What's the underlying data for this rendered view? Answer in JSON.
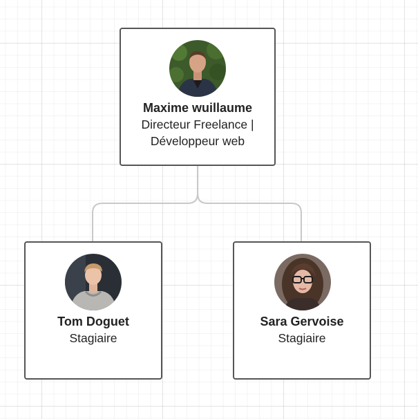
{
  "org_chart": {
    "root": {
      "name": "Maxime wuillaume",
      "role_line1": "Directeur Freelance |",
      "role_line2": "Développeur web",
      "avatar": "person-photo-man-dark-jacket"
    },
    "children": [
      {
        "name": "Tom Doguet",
        "role": "Stagiaire",
        "avatar": "person-photo-young-man-hoodie"
      },
      {
        "name": "Sara Gervoise",
        "role": "Stagiaire",
        "avatar": "person-photo-woman-glasses"
      }
    ]
  },
  "colors": {
    "card_border": "#555555",
    "connector": "#c8c8c8",
    "grid": "#e8e8e8",
    "text": "#222222"
  }
}
